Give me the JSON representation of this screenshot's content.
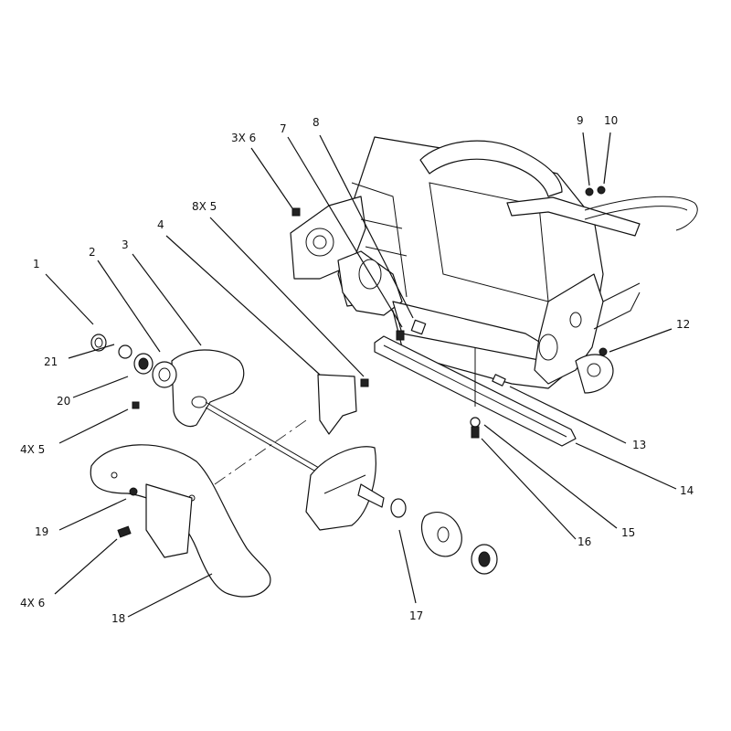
{
  "callouts": [
    {
      "id": "1",
      "label": "1"
    },
    {
      "id": "2",
      "label": "2"
    },
    {
      "id": "3",
      "label": "3"
    },
    {
      "id": "4",
      "label": "4"
    },
    {
      "id": "3x6",
      "label": "3X 6"
    },
    {
      "id": "7",
      "label": "7"
    },
    {
      "id": "8",
      "label": "8"
    },
    {
      "id": "8x5",
      "label": "8X 5"
    },
    {
      "id": "9",
      "label": "9"
    },
    {
      "id": "10",
      "label": "10"
    },
    {
      "id": "12",
      "label": "12"
    },
    {
      "id": "13",
      "label": "13"
    },
    {
      "id": "14",
      "label": "14"
    },
    {
      "id": "15",
      "label": "15"
    },
    {
      "id": "16",
      "label": "16"
    },
    {
      "id": "17",
      "label": "17"
    },
    {
      "id": "18",
      "label": "18"
    },
    {
      "id": "19",
      "label": "19"
    },
    {
      "id": "20",
      "label": "20"
    },
    {
      "id": "21",
      "label": "21"
    },
    {
      "id": "4x5",
      "label": "4X 5"
    },
    {
      "id": "4x6",
      "label": "4X 6"
    }
  ],
  "colors": {
    "background": "#ffffff",
    "line": "#111111"
  }
}
